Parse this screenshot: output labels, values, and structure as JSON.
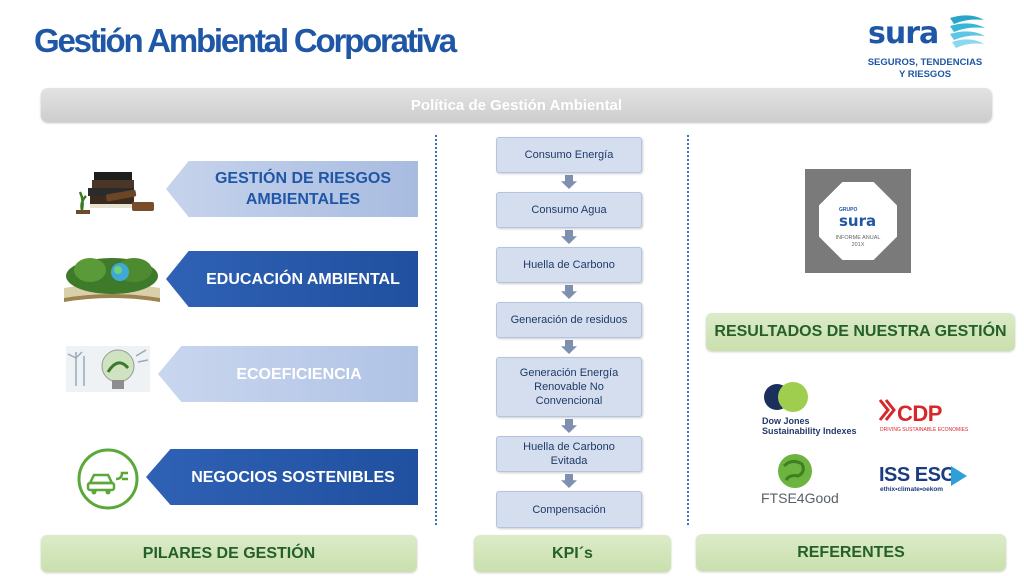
{
  "title": "Gestión Ambiental Corporativa",
  "logo": {
    "wordmark": "sura",
    "tagline_line1": "SEGUROS, TENDENCIAS",
    "tagline_line2": "Y RIESGOS",
    "brand_color": "#1f56a5"
  },
  "policy_bar": "Política de Gestión Ambiental",
  "pillars": [
    {
      "label_line1": "GESTIÓN DE RIESGOS",
      "label_line2": "AMBIENTALES",
      "icon": "books-gavel-icon"
    },
    {
      "label": "EDUCACIÓN AMBIENTAL",
      "icon": "book-nature-icon"
    },
    {
      "label": "ECOEFICIENCIA",
      "icon": "eco-lightbulb-icon"
    },
    {
      "label": "NEGOCIOS SOSTENIBLES",
      "icon": "electric-car-icon"
    }
  ],
  "kpis": [
    {
      "label": "Consumo Energía"
    },
    {
      "label": "Consumo Agua"
    },
    {
      "label": "Huella de Carbono"
    },
    {
      "label": "Generación de residuos"
    },
    {
      "label_line1": "Generación Energía",
      "label_line2": "Renovable No",
      "label_line3": "Convencional"
    },
    {
      "label_line1": "Huella de Carbono",
      "label_line2": "Evitada"
    },
    {
      "label": "Compensación"
    }
  ],
  "report_badge": {
    "group": "GRUPO",
    "wordmark": "sura",
    "line1": "INFORME ANUAL",
    "line2": "201X"
  },
  "results_bar": "RESULTADOS DE NUESTRA GESTIÓN",
  "referents": {
    "djsi_line1": "Dow Jones",
    "djsi_line2": "Sustainability Indexes",
    "cdp": "CDP",
    "cdp_sub": "DRIVING SUSTAINABLE ECONOMIES",
    "ftse": "FTSE4Good",
    "iss": "ISS ESG",
    "iss_sub": "ethix•climate•oekom"
  },
  "footer": {
    "pilares": "PILARES DE GESTIÓN",
    "kpis": "KPI´s",
    "referentes": "REFERENTES"
  },
  "colors": {
    "blue": "#1f56a5",
    "green_bar": "#d4e7bf",
    "green_text": "#25602a",
    "kpi_box": "#d4deef"
  }
}
